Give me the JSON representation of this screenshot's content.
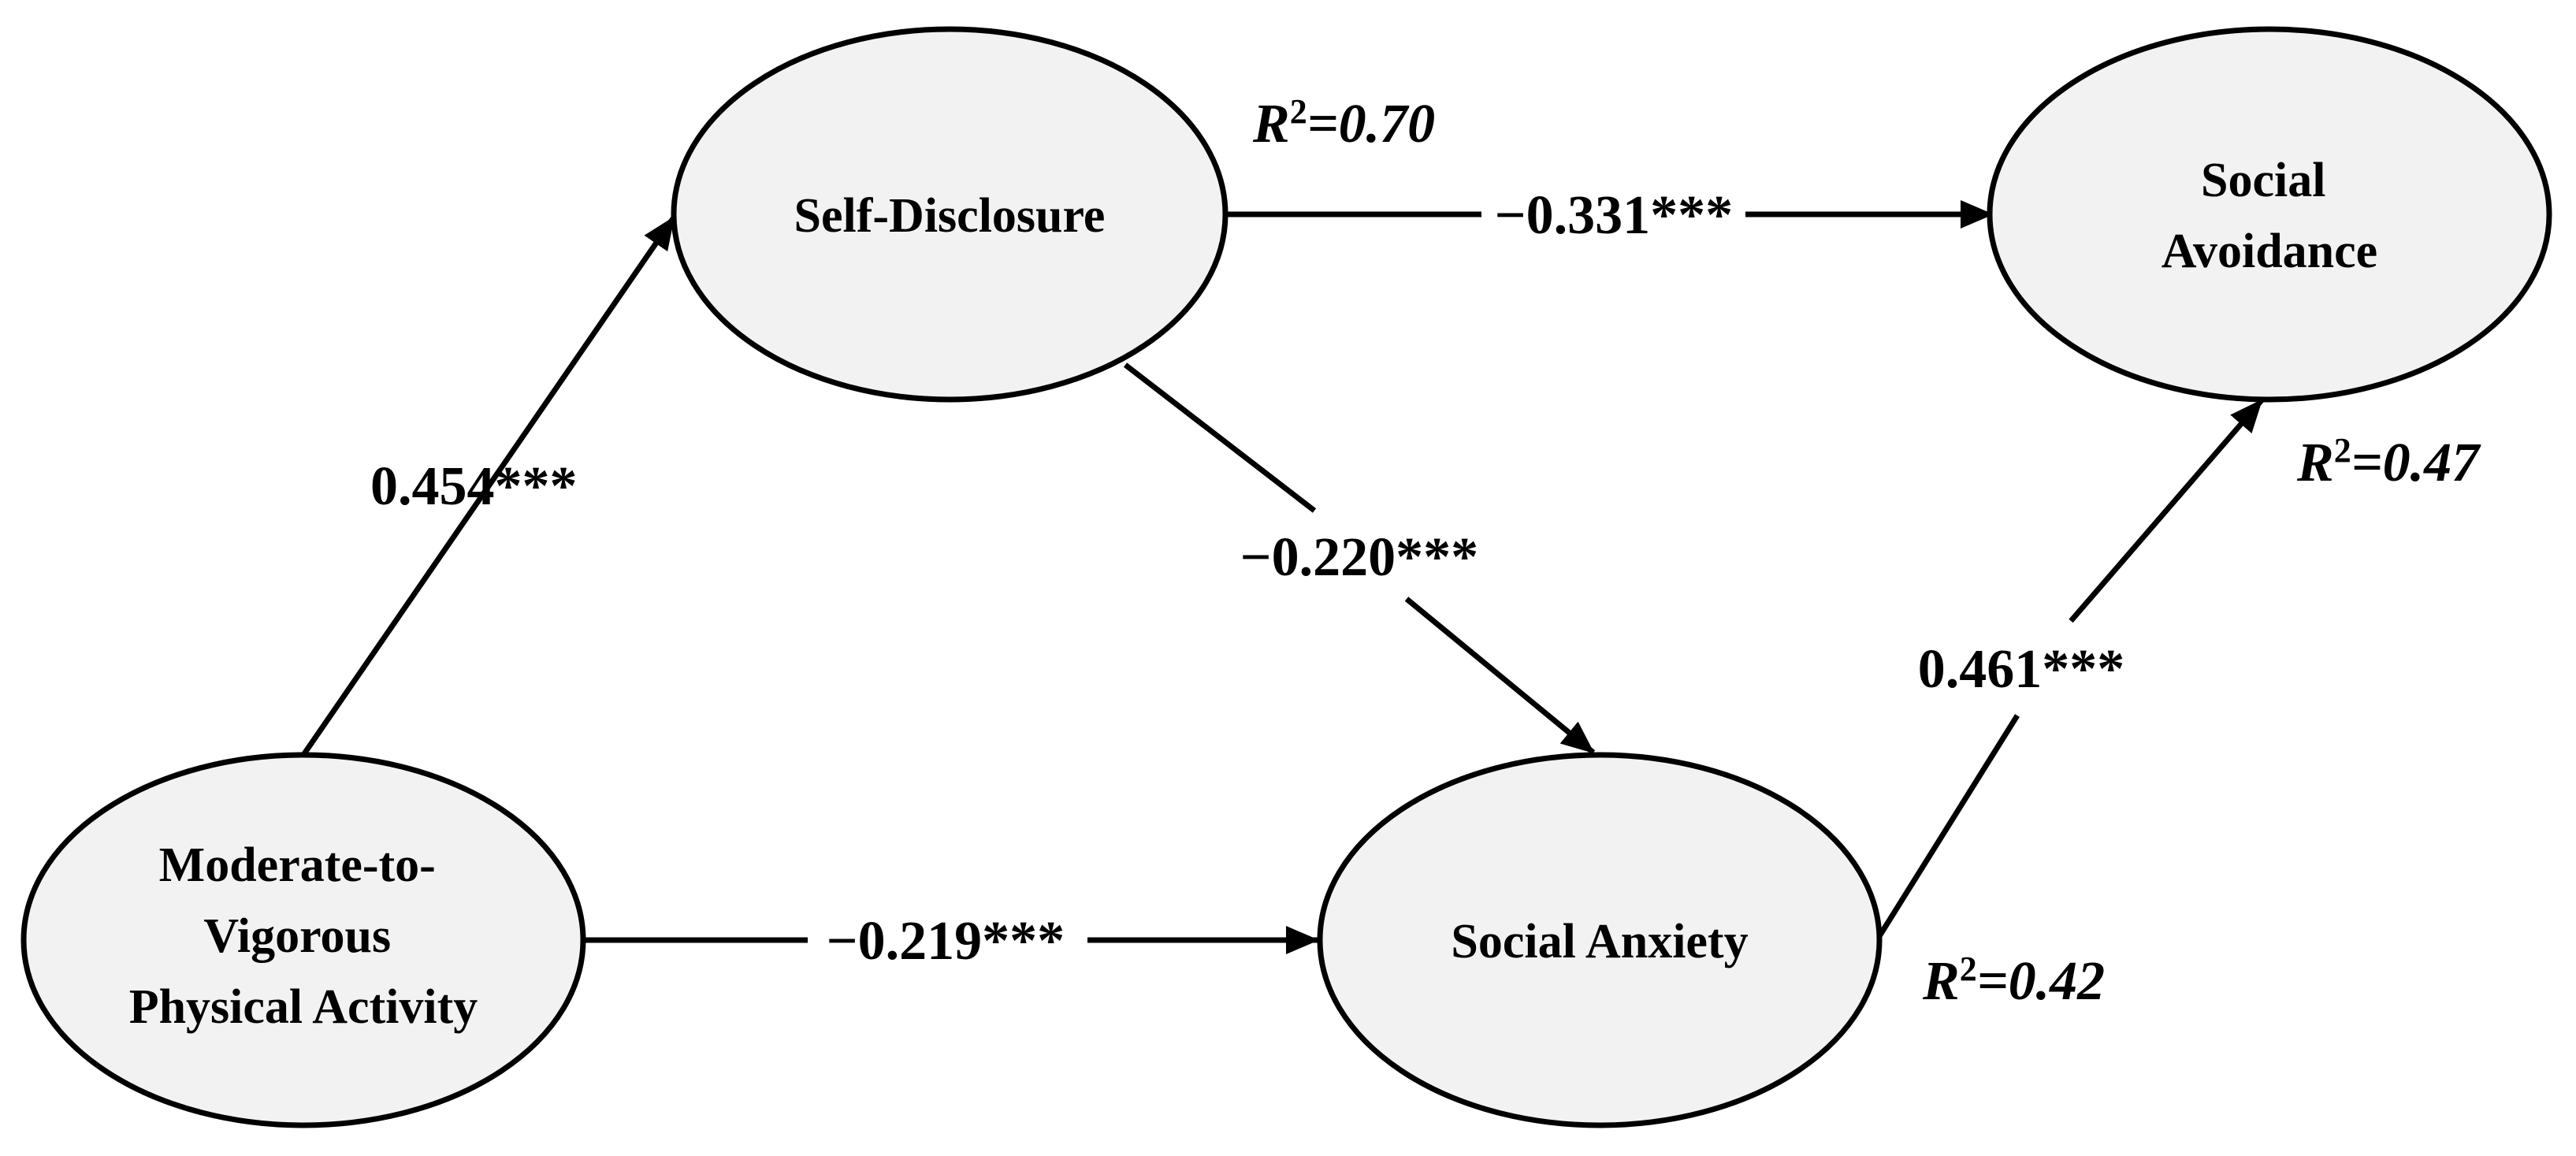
{
  "nodes": {
    "mvpa": {
      "lines": [
        "Moderate-to-",
        "Vigorous",
        "Physical Activity"
      ]
    },
    "self_disclosure": {
      "lines": [
        "Self-Disclosure"
      ]
    },
    "social_anxiety": {
      "lines": [
        "Social Anxiety"
      ]
    },
    "social_avoidance": {
      "lines": [
        "Social",
        "Avoidance"
      ]
    }
  },
  "paths": {
    "mvpa_to_self_disclosure": "0.454***",
    "self_disclosure_to_social_avoidance": "−0.331***",
    "self_disclosure_to_social_anxiety": "−0.220***",
    "mvpa_to_social_anxiety": "−0.219***",
    "social_anxiety_to_social_avoidance": "0.461***"
  },
  "r_squared": {
    "self_disclosure": {
      "prefix": "R",
      "sup": "2",
      "value": "=0.70"
    },
    "social_avoidance": {
      "prefix": "R",
      "sup": "2",
      "value": "=0.47"
    },
    "social_anxiety": {
      "prefix": "R",
      "sup": "2",
      "value": "=0.42"
    }
  },
  "colors": {
    "node_fill": "#f2f2f2",
    "stroke": "#000000",
    "background": "#ffffff"
  }
}
